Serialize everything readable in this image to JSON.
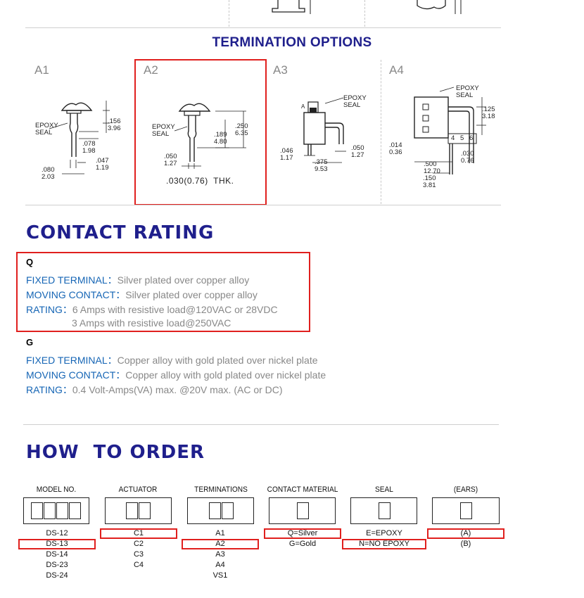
{
  "termination": {
    "title": "TERMINATION OPTIONS",
    "options": [
      "A1",
      "A2",
      "A3",
      "A4"
    ],
    "a1_dims": {
      "epoxy": "EPOXY\nSEAL",
      "d1": ".156\n3.96",
      "d2": ".078\n1.98",
      "d3": ".047\n1.19",
      "d4": ".080\n2.03"
    },
    "a2_dims": {
      "epoxy": "EPOXY\nSEAL",
      "d1": ".250\n6.35",
      "d2": ".189\n4.80",
      "d3": ".050\n1.27",
      "thk": ".030(0.76)  THK."
    },
    "a3_dims": {
      "epoxy": "EPOXY\nSEAL",
      "a": "A",
      "d1": ".046\n1.17",
      "d2": ".375\n9.53",
      "d3": ".050\n1.27"
    },
    "a4_dims": {
      "epoxy": "EPOXY\nSEAL",
      "d1": ".125\n3.18",
      "d2": ".014\n0.36",
      "d3": ".030\n0.76",
      "d4": ".500\n12.70",
      "d5": ".150\n3.81",
      "pins": [
        "4",
        "5",
        "6"
      ]
    }
  },
  "contact_rating": {
    "title": "CONTACT RATING",
    "q": {
      "grade": "Q",
      "fixed_key": "FIXED TERMINAL：",
      "fixed_val": "Silver plated over copper alloy",
      "moving_key": "MOVING CONTACT：",
      "moving_val": "Silver plated over copper alloy",
      "rating_key": "RATING：",
      "rating_val1": "6 Amps with resistive load@120VAC or 28VDC",
      "rating_val2": "3 Amps with resistive load@250VAC"
    },
    "g": {
      "grade": "G",
      "fixed_key": "FIXED TERMINAL：",
      "fixed_val": "Copper alloy with gold plated over nickel plate",
      "moving_key": "MOVING CONTACT：",
      "moving_val": "Copper alloy with gold plated over nickel plate",
      "rating_key": "RATING：",
      "rating_val": "0.4 Volt-Amps(VA) max. @20V max. (AC or DC)"
    }
  },
  "how_to_order": {
    "title": "HOW  TO ORDER",
    "columns": [
      {
        "header": "MODEL NO.",
        "options": [
          "DS-12",
          "DS-13",
          "DS-14",
          "DS-23",
          "DS-24"
        ],
        "selected": 1
      },
      {
        "header": "ACTUATOR",
        "options": [
          "C1",
          "C2",
          "C3",
          "C4"
        ],
        "selected": 0
      },
      {
        "header": "TERMINATIONS",
        "options": [
          "A1",
          "A2",
          "A3",
          "A4",
          "VS1"
        ],
        "selected": 1
      },
      {
        "header": "CONTACT MATERIAL",
        "options": [
          "Q=Silver",
          "G=Gold"
        ],
        "selected": 0
      },
      {
        "header": "SEAL",
        "options": [
          "E=EPOXY",
          "N=NO EPOXY"
        ],
        "selected": 1
      },
      {
        "header": "(EARS)",
        "options": [
          "(A)",
          "(B)"
        ],
        "selected": 0
      }
    ]
  },
  "colors": {
    "heading": "#1f1f8c",
    "key": "#1565b5",
    "value": "#888888",
    "highlight": "#e0201e"
  }
}
